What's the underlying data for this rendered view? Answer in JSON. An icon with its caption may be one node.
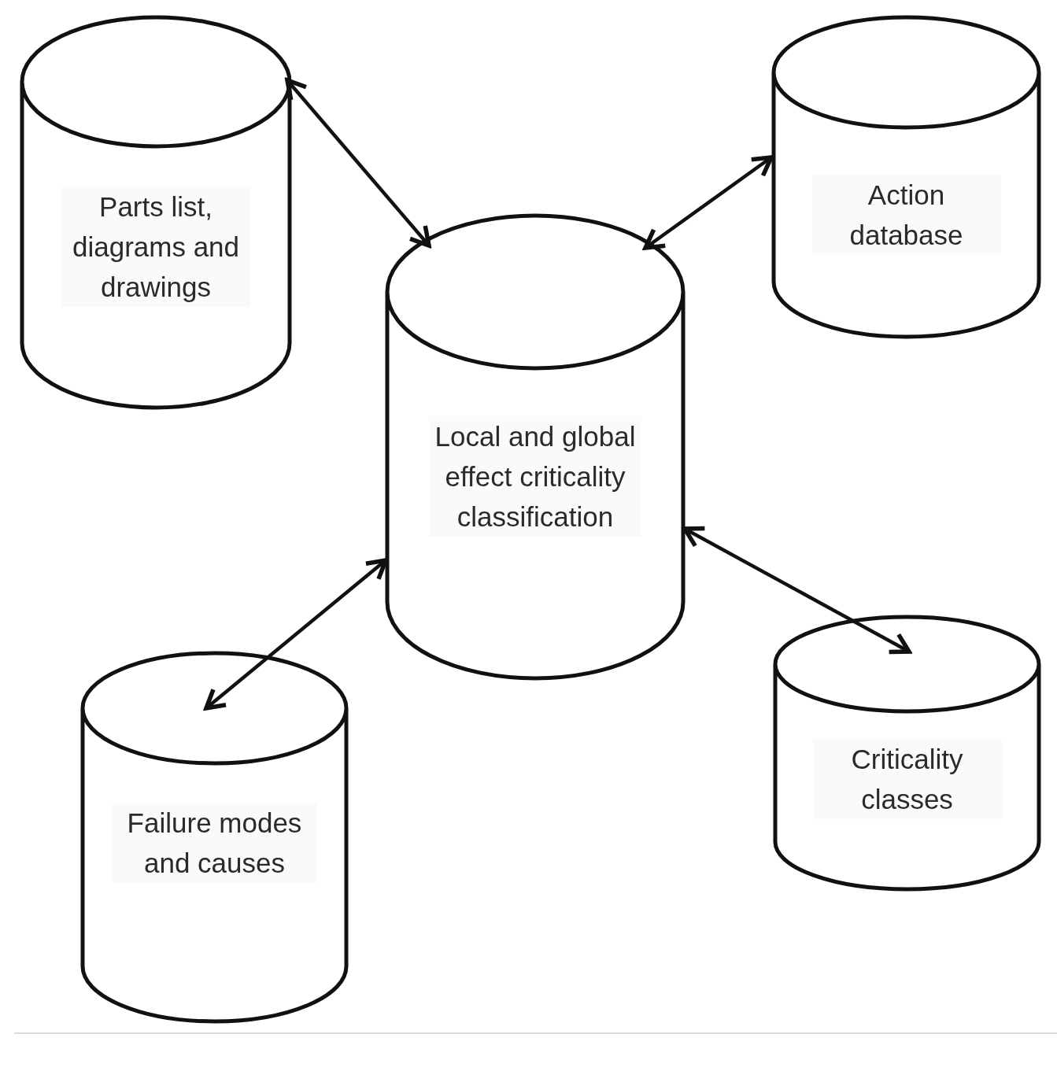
{
  "diagram": {
    "nodes": [
      {
        "text": [
          "Parts list, diagrams and drawings"
        ]
      },
      {
        "text": [
          "Action database"
        ]
      },
      {
        "text": [
          "Local and global effect criticality classification"
        ]
      },
      {
        "text": [
          "Failure modes and causes"
        ]
      },
      {
        "text": [
          "Criticality classes"
        ]
      }
    ],
    "edges": [
      {
        "from": 0,
        "to": 2,
        "arrow": "both"
      },
      {
        "from": 1,
        "to": 2,
        "arrow": "both"
      },
      {
        "from": 3,
        "to": 2,
        "arrow": "both"
      },
      {
        "from": 2,
        "to": 4,
        "arrow": "both"
      }
    ]
  }
}
